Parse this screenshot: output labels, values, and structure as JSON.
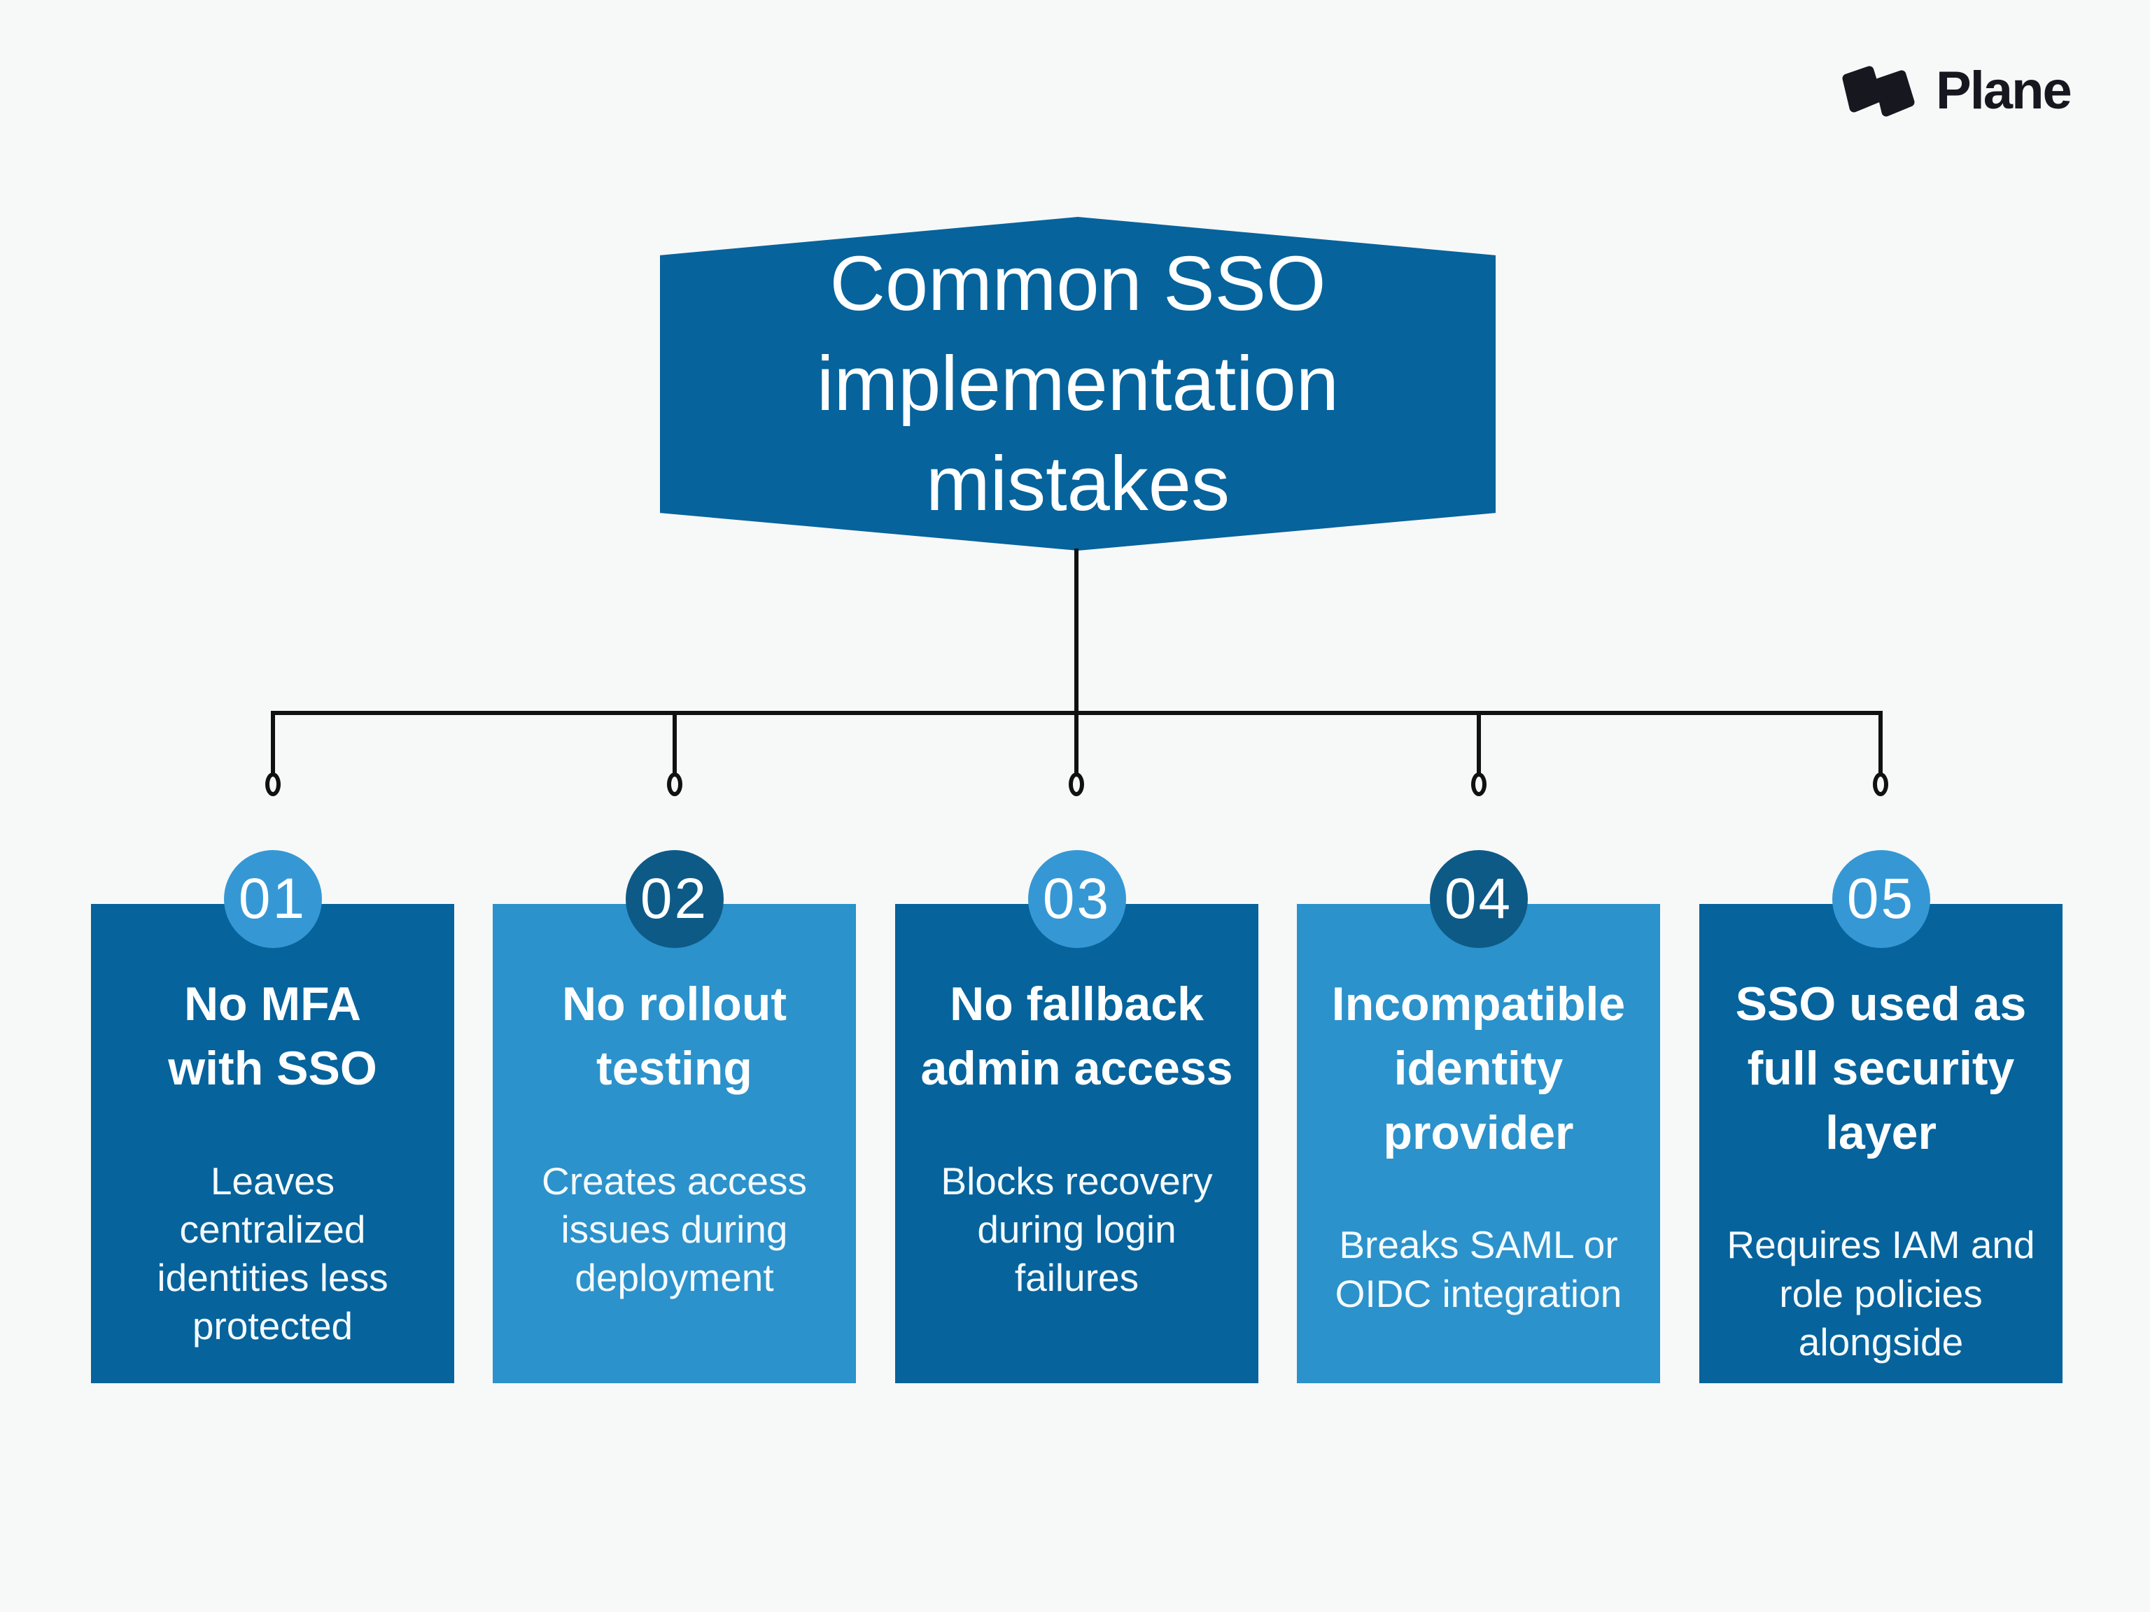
{
  "brand": {
    "name": "Plane",
    "logo_icon": "plane-logo-icon",
    "logo_color": "#17171f"
  },
  "title": {
    "text": "Common SSO\nimplementation\nmistakes",
    "shape": "hexagon-banner",
    "background": "#06639c",
    "text_color": "#ffffff"
  },
  "colors": {
    "page_background": "#f7f8f8",
    "dark_blue": "#06639c",
    "light_blue": "#2b92cb",
    "badge_light": "#3598d4",
    "badge_dark": "#0d5a87",
    "connector_line": "#111111",
    "text_white": "#ffffff"
  },
  "cards": [
    {
      "number": "01",
      "variant": "dark",
      "title": "No MFA\nwith SSO",
      "description": "Leaves\ncentralized\nidentities less\nprotected"
    },
    {
      "number": "02",
      "variant": "light",
      "title": "No rollout\ntesting",
      "description": "Creates access\nissues during\ndeployment"
    },
    {
      "number": "03",
      "variant": "dark",
      "title": "No fallback\nadmin access",
      "description": "Blocks recovery\nduring login\nfailures"
    },
    {
      "number": "04",
      "variant": "light",
      "title": "Incompatible\nidentity\nprovider",
      "description": "Breaks SAML or\nOIDC integration"
    },
    {
      "number": "05",
      "variant": "dark",
      "title": "SSO used as\nfull security\nlayer",
      "description": "Requires IAM and\nrole policies\nalongside"
    }
  ]
}
